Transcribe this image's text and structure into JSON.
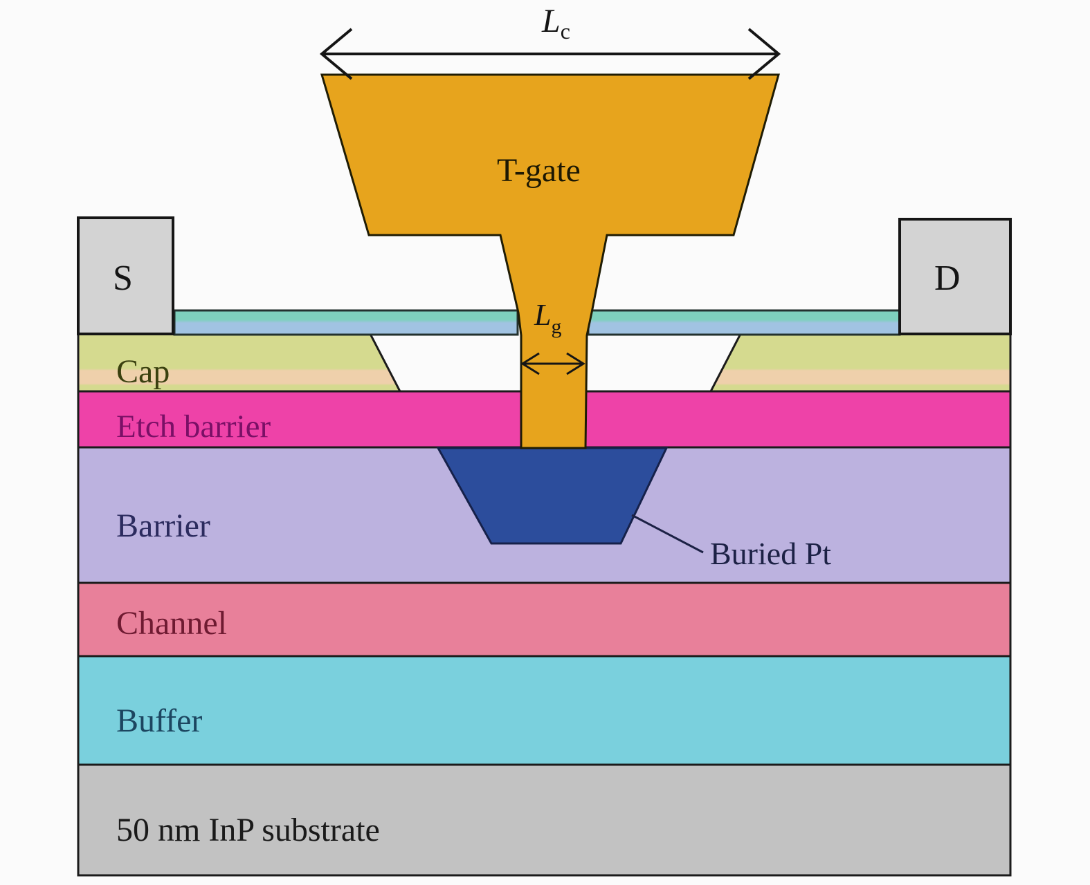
{
  "figure": {
    "background": "#fbfbfb",
    "outline_color": "#1b1b1b",
    "annotation_color": "#141414"
  },
  "annotations": {
    "lc_main": "L",
    "lc_sub": "c",
    "lg_main": "L",
    "lg_sub": "g",
    "t_gate": "T-gate",
    "source": "S",
    "drain": "D",
    "buried_pt": "Buried Pt"
  },
  "layers": [
    {
      "name": "Cap",
      "fill": "#d5da8f",
      "band_fill": "#efd0ab",
      "text_color": "#3a400f"
    },
    {
      "name": "Etch barrier",
      "fill": "#ee42a8",
      "text_color": "#7a1066"
    },
    {
      "name": "Barrier",
      "fill": "#bcb2df",
      "text_color": "#2b2b5e"
    },
    {
      "name": "Channel",
      "fill": "#e8809a",
      "text_color": "#6e1a31"
    },
    {
      "name": "Buffer",
      "fill": "#7ad0dd",
      "text_color": "#1c4660"
    },
    {
      "name": "50 nm InP substrate",
      "fill": "#c2c2c2",
      "text_color": "#1a1a1a"
    }
  ],
  "elements": {
    "t_gate_fill": "#e7a41d",
    "t_gate_stroke": "#1f1c04",
    "contact_fill": "#d3d3d3",
    "contact_stroke": "#161616",
    "buried_pt_fill": "#2c4d9c",
    "buried_pt_stroke": "#16214a",
    "passivation_top_fill": "#7ed0bd",
    "passivation_bottom_fill": "#a1c3e2",
    "passivation_stroke": "#23312e",
    "leader_color": "#1c2145"
  }
}
